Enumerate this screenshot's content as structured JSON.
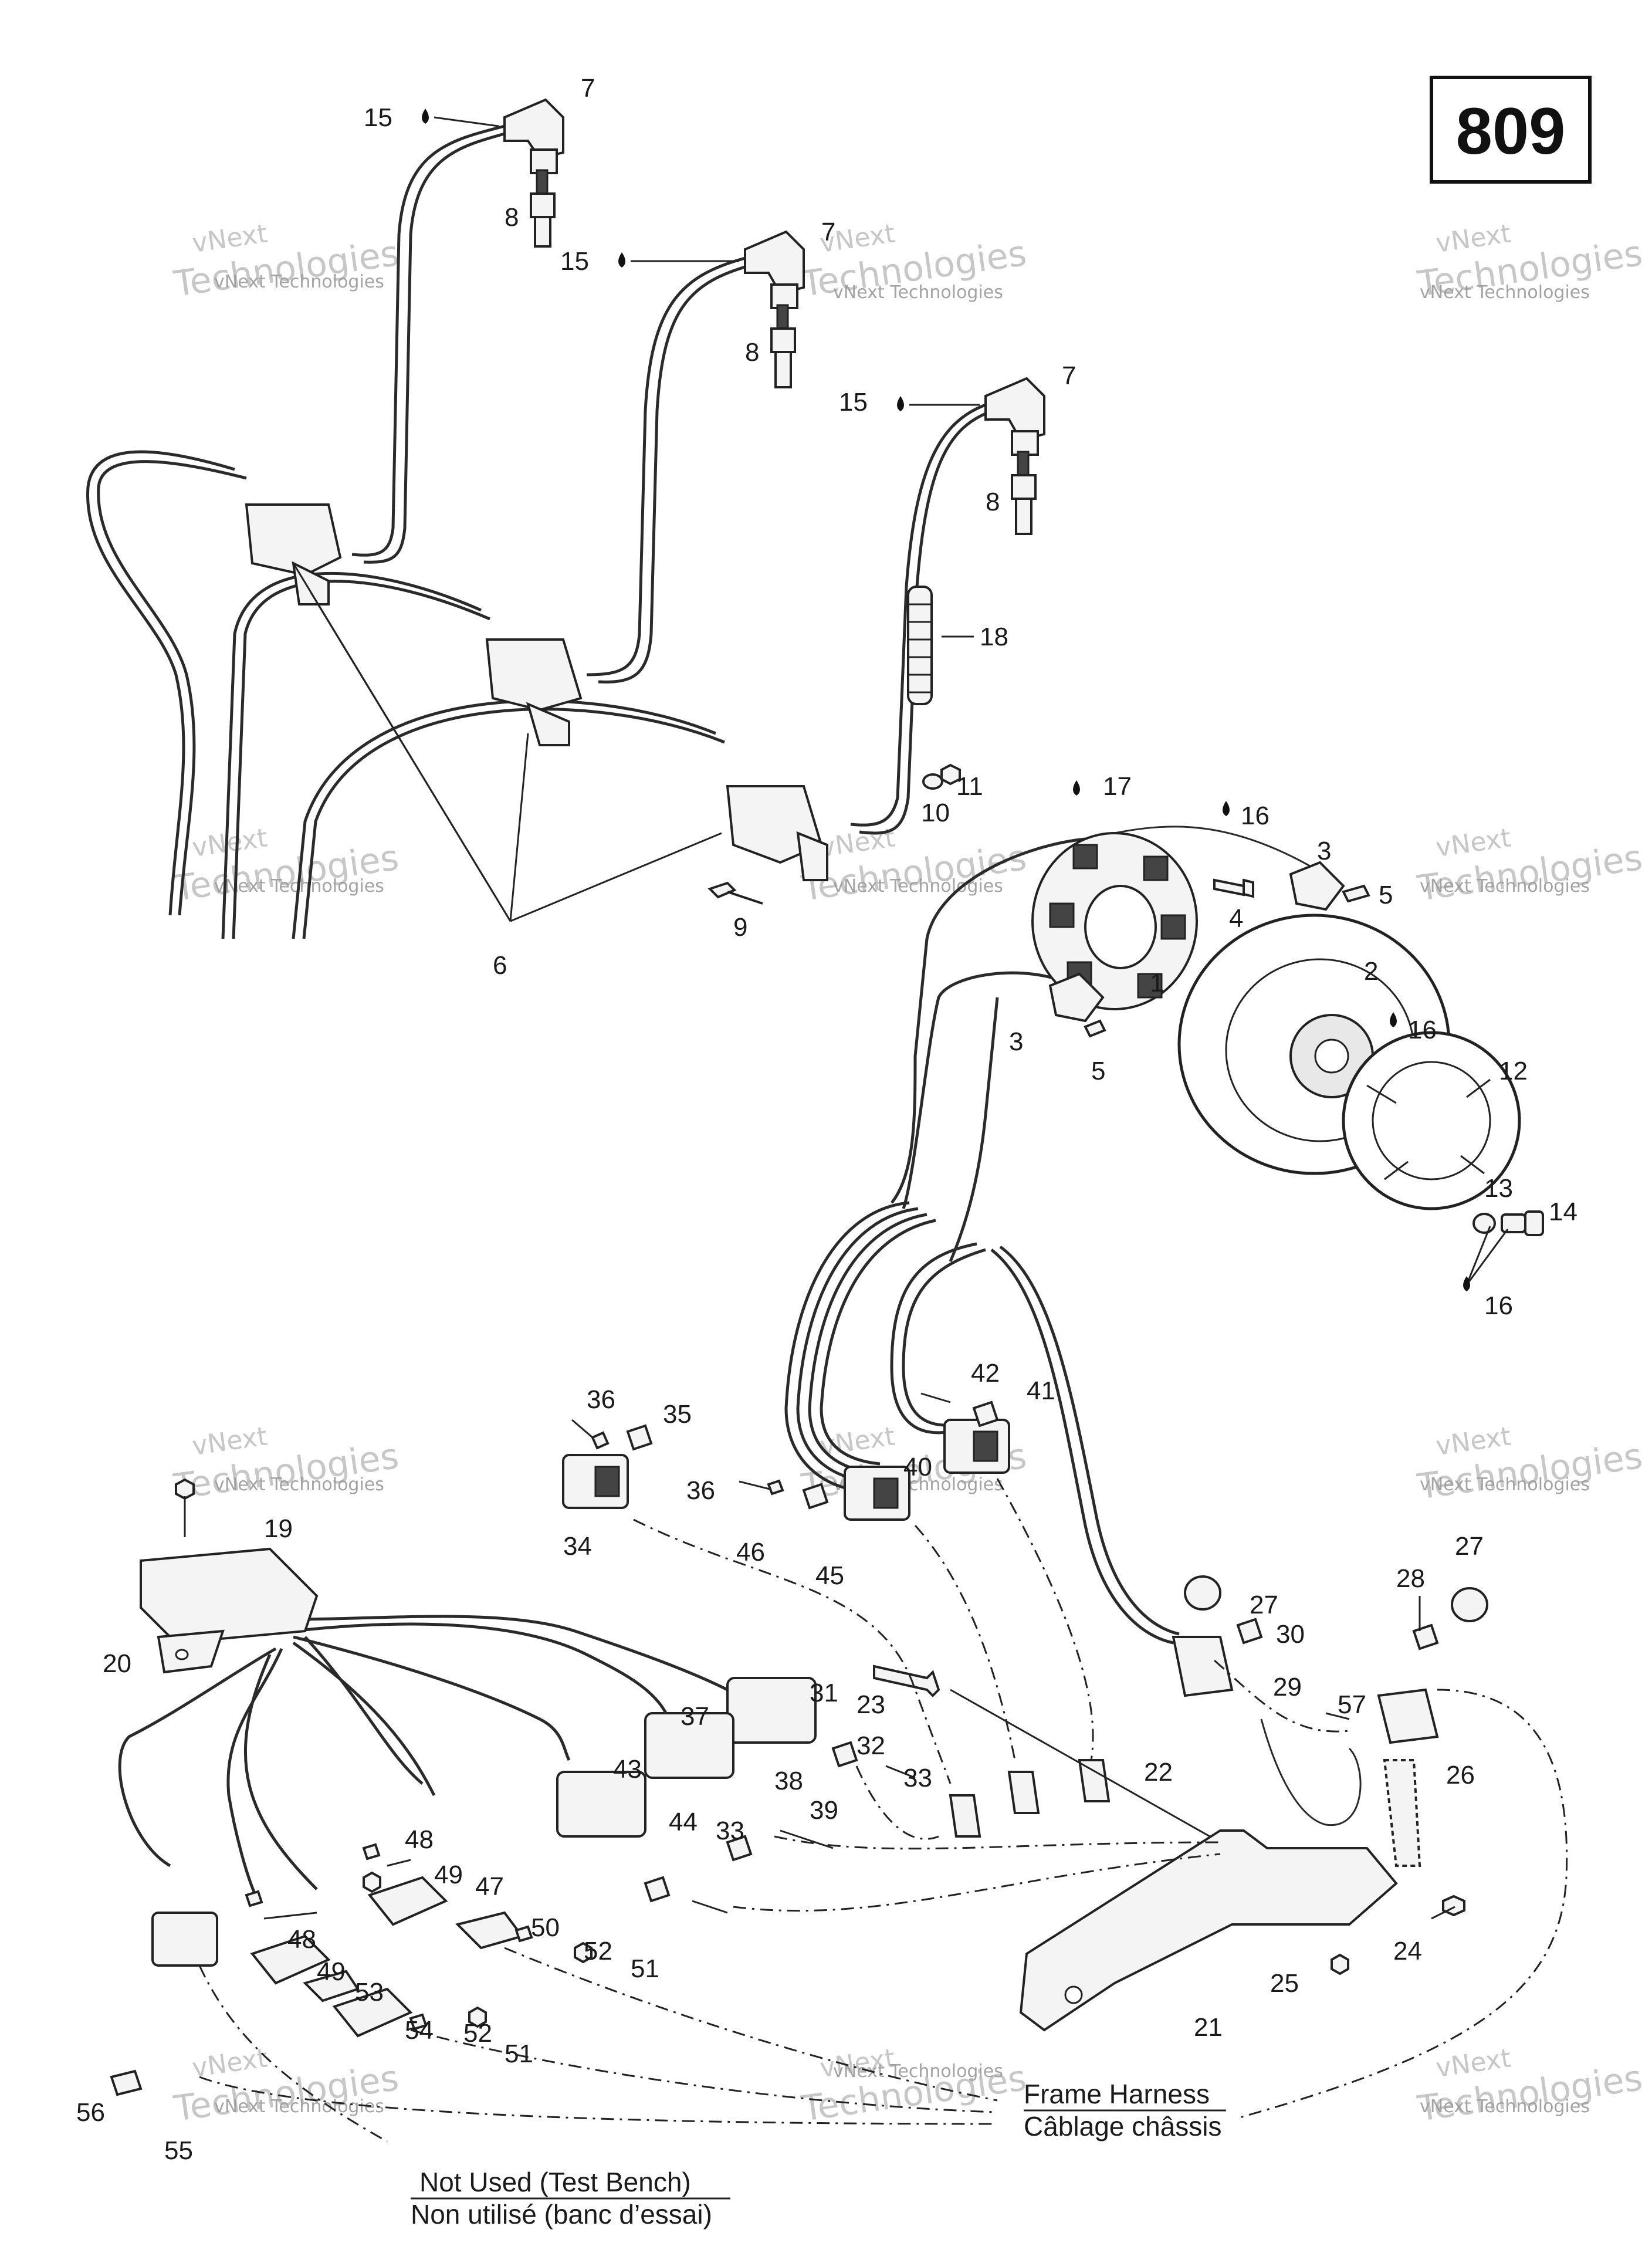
{
  "page_number": "809",
  "watermark": {
    "line1": "vNext",
    "line2": "vNext Technologies",
    "line3": "Technologies"
  },
  "callouts": {
    "c1": "1",
    "c2": "2",
    "c3": "3",
    "c4": "4",
    "c5": "5",
    "c6": "6",
    "c7": "7",
    "c8": "8",
    "c9": "9",
    "c10": "10",
    "c11": "11",
    "c12": "12",
    "c13": "13",
    "c14": "14",
    "c15": "15",
    "c16": "16",
    "c17": "17",
    "c18": "18",
    "c19": "19",
    "c20": "20",
    "c21": "21",
    "c22": "22",
    "c23": "23",
    "c24": "24",
    "c25": "25",
    "c26": "26",
    "c27": "27",
    "c28": "28",
    "c29": "29",
    "c30": "30",
    "c31": "31",
    "c32": "32",
    "c33": "33",
    "c34": "34",
    "c35": "35",
    "c36": "36",
    "c37": "37",
    "c38": "38",
    "c39": "39",
    "c40": "40",
    "c41": "41",
    "c42": "42",
    "c43": "43",
    "c44": "44",
    "c45": "45",
    "c46": "46",
    "c47": "47",
    "c48": "48",
    "c49": "49",
    "c50": "50",
    "c51": "51",
    "c52": "52",
    "c53": "53",
    "c54": "54",
    "c55": "55",
    "c56": "56",
    "c57": "57"
  },
  "notes": {
    "frame_harness_en": "Frame Harness",
    "frame_harness_fr": "Câblage châssis",
    "not_used_en": "Not Used (Test Bench)",
    "not_used_fr": "Non utilisé (banc d’essai)"
  }
}
